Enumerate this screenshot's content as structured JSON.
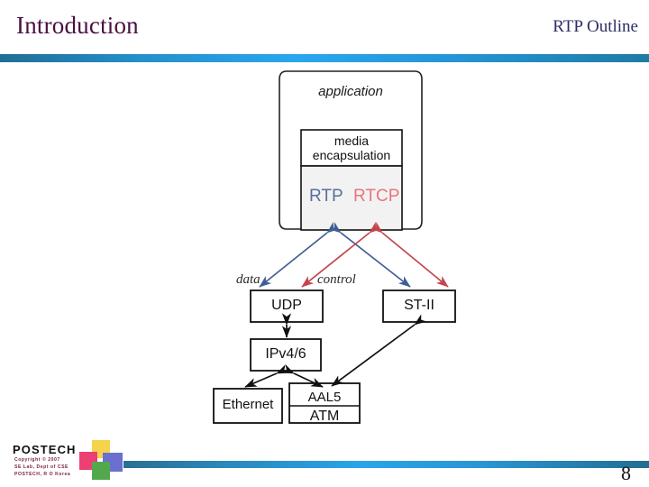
{
  "header": {
    "title": "Introduction",
    "right_label": "RTP Outline",
    "rule_color": "#2aa6ee"
  },
  "diagram": {
    "name": "rtp-protocol-stack-diagram",
    "application_container": {
      "label": "application"
    },
    "media_box": {
      "label": "media\nencapsulation",
      "line1": "media",
      "line2": "encapsulation"
    },
    "protocol_box": {
      "rtp": {
        "label": "RTP",
        "color": "#5a6f9e"
      },
      "rtcp": {
        "label": "RTCP",
        "color": "#e8747c"
      }
    },
    "transport": [
      {
        "label": "UDP"
      },
      {
        "label": "ST-II"
      }
    ],
    "network": [
      {
        "label": "IPv4/6"
      }
    ],
    "link": [
      {
        "label": "Ethernet"
      },
      {
        "label": "AAL5"
      },
      {
        "label": "ATM"
      }
    ],
    "flow_labels": [
      {
        "label": "data",
        "color": "#3f5e93"
      },
      {
        "label": "control",
        "color": "#c4454d"
      }
    ],
    "arrow_colors": {
      "data": "#3f5e93",
      "control": "#c4454d",
      "plain": "#111111"
    }
  },
  "footer": {
    "brand": "POSTECH",
    "copyright_lines": [
      "Copyright © 2007",
      "SE Lab, Dept of CSE",
      "POSTECH, R O Korea"
    ],
    "page_number": "8",
    "logo_colors": {
      "yellow": "#f6d34d",
      "pink": "#ec3f72",
      "blue": "#6b6fd0",
      "green": "#53a84e"
    }
  }
}
